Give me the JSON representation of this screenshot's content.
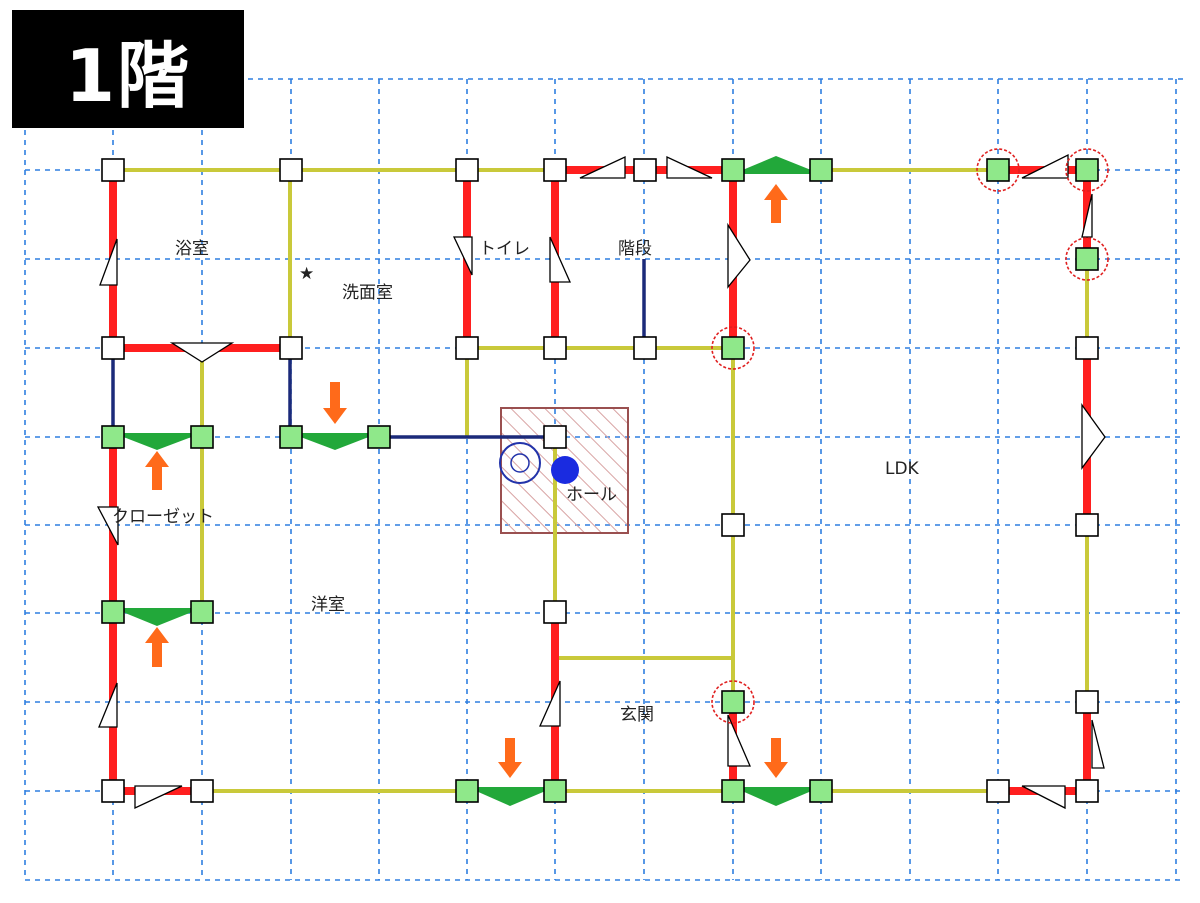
{
  "title": "1階",
  "rooms": {
    "bath": "浴室",
    "washroom": "洗面室",
    "toilet": "トイレ",
    "stairs": "階段",
    "closet": "クローゼット",
    "western_room": "洋室",
    "hall": "ホール",
    "ldk": "LDK",
    "entrance": "玄関"
  },
  "marker_star": "★",
  "colors": {
    "exterior_wall": "#ff1f1f",
    "interior_wall": "#c9c93a",
    "partition_line": "#1b2a7a",
    "door": "#22a83a",
    "arrow": "#ff6a1a",
    "grid": "#2f7fe0"
  }
}
